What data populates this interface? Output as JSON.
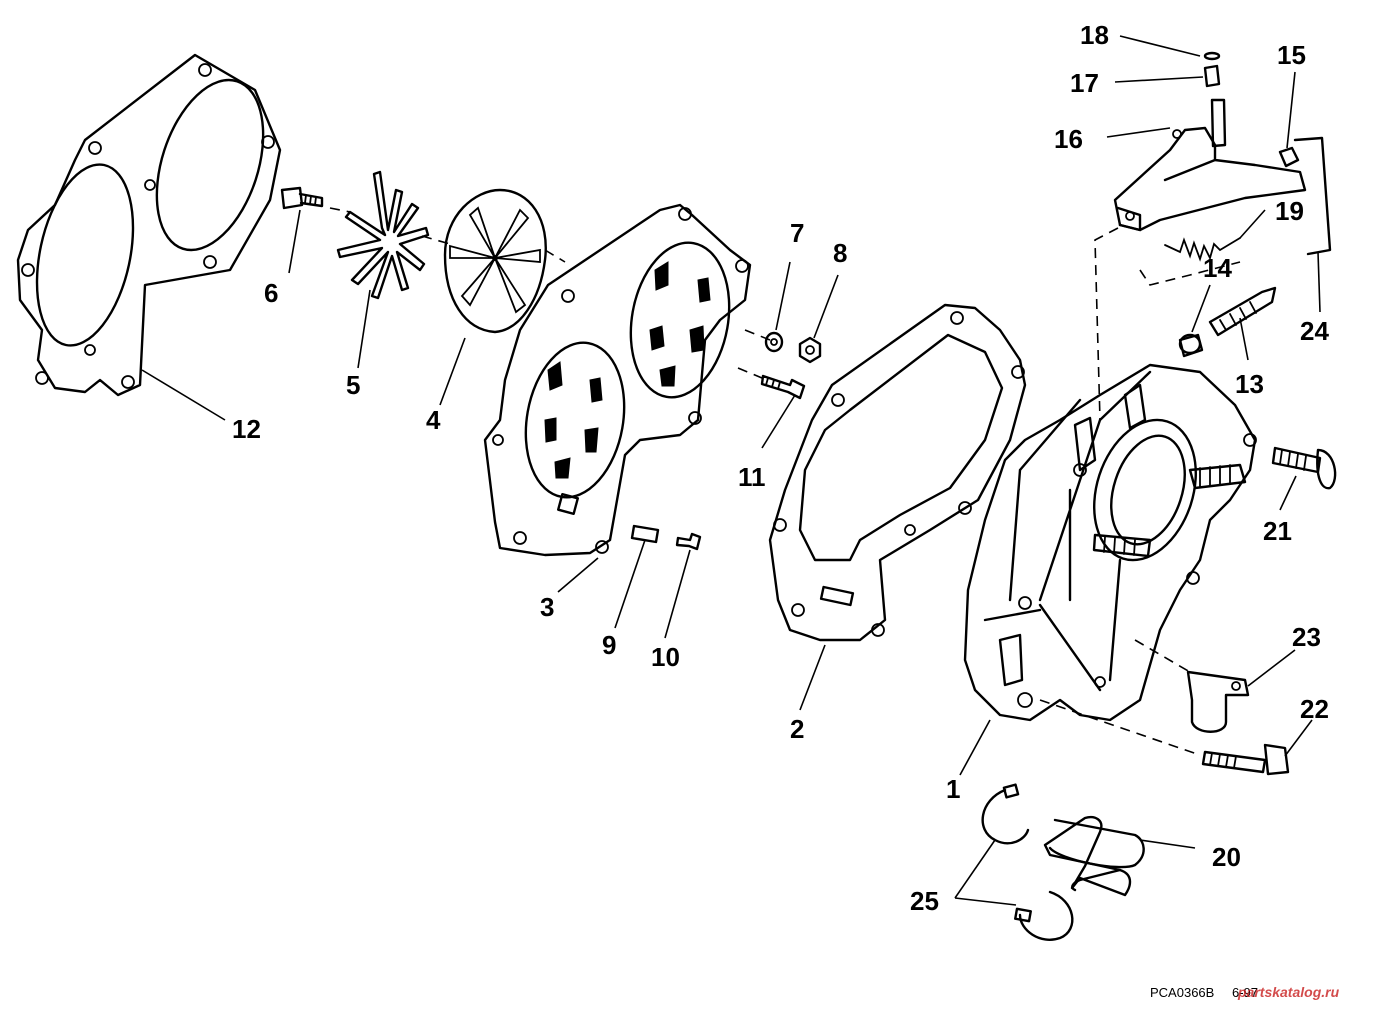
{
  "callouts": {
    "c1": "1",
    "c2": "2",
    "c3": "3",
    "c4": "4",
    "c5": "5",
    "c6": "6",
    "c7": "7",
    "c8": "8",
    "c9": "9",
    "c10": "10",
    "c11": "11",
    "c12": "12",
    "c13": "13",
    "c14": "14",
    "c15": "15",
    "c16": "16",
    "c17": "17",
    "c18": "18",
    "c19": "19",
    "c20": "20",
    "c21": "21",
    "c22": "22",
    "c23": "23",
    "c24": "24",
    "c25": "25"
  },
  "footer": {
    "code": "PCA0366B",
    "date": "6-97",
    "watermark": "partskatalog.ru",
    "watermark_color": "#c81e1e"
  }
}
